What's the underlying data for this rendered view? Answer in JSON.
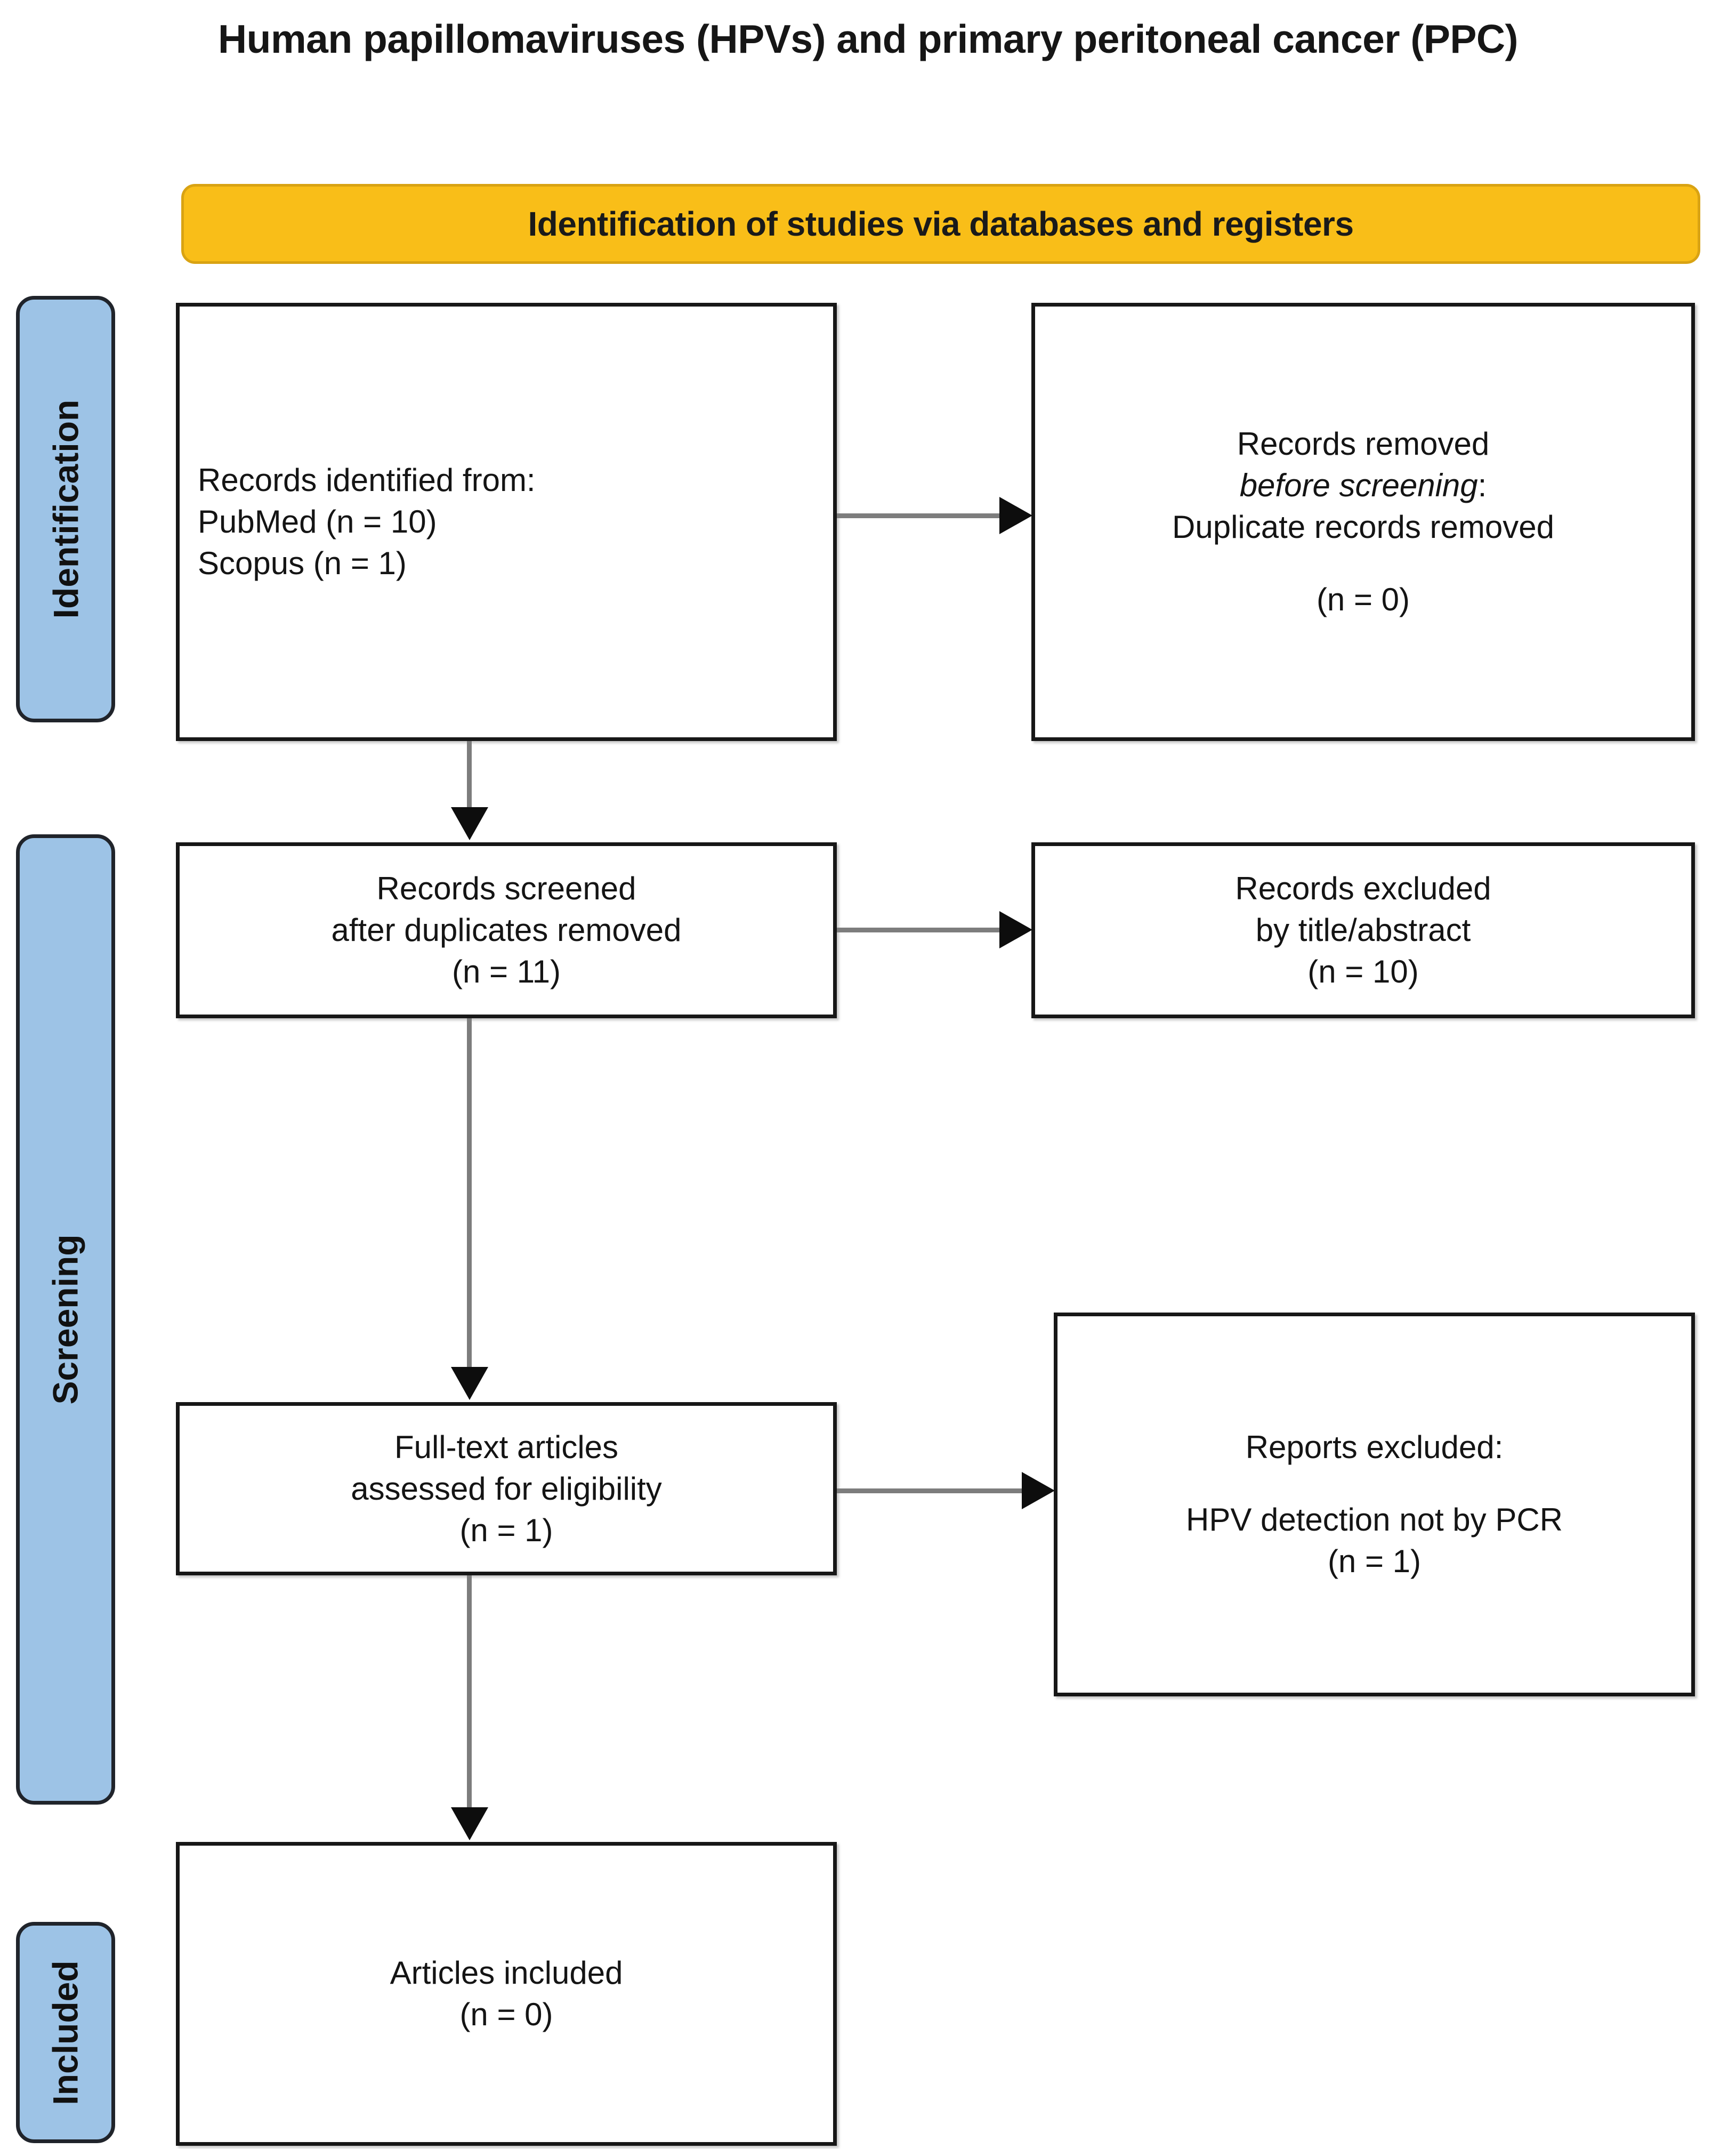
{
  "title": "Human papillomaviruses (HPVs) and primary peritoneal cancer (PPC)",
  "banner": {
    "label": "Identification of studies via databases and registers",
    "fill_color": "#F9BE18",
    "border_color": "#D9A313"
  },
  "stages": {
    "identification": "Identification",
    "screening": "Screening",
    "included": "Included",
    "pill_color": "#9DC3E6"
  },
  "boxes": {
    "identified": {
      "line1": "Records identified from:",
      "line2": "PubMed (n = 10)",
      "line3": "Scopus (n = 1)"
    },
    "removed_before_screening": {
      "line1": "Records removed",
      "line2_italic": "before screening",
      "line2_tail": ":",
      "line3": "Duplicate records removed",
      "count": "(n = 0)"
    },
    "screened": {
      "line1": "Records screened",
      "line2": "after duplicates removed",
      "count": "(n = 11)"
    },
    "excluded_title_abstract": {
      "line1": "Records excluded",
      "line2": "by title/abstract",
      "count": "(n = 10)"
    },
    "fulltext_assessed": {
      "line1": "Full-text articles",
      "line2": "assessed for eligibility",
      "count": "(n = 1)"
    },
    "reports_excluded": {
      "line1": "Reports excluded:",
      "line2": "HPV detection not by PCR",
      "count": "(n = 1)"
    },
    "articles_included": {
      "line1": "Articles included",
      "count": "(n = 0)"
    }
  },
  "chart_data": {
    "type": "diagram",
    "title": "Human papillomaviruses (HPVs) and primary peritoneal cancer (PPC)",
    "diagram_kind": "PRISMA flow diagram",
    "nodes": [
      {
        "id": "identified",
        "stage": "Identification",
        "label": "Records identified from: PubMed (n = 10); Scopus (n = 1)",
        "n": 11
      },
      {
        "id": "removed_before_screening",
        "stage": "Identification",
        "label": "Records removed before screening: Duplicate records removed",
        "n": 0
      },
      {
        "id": "screened",
        "stage": "Screening",
        "label": "Records screened after duplicates removed",
        "n": 11
      },
      {
        "id": "excluded_title_abstract",
        "stage": "Screening",
        "label": "Records excluded by title/abstract",
        "n": 10
      },
      {
        "id": "fulltext_assessed",
        "stage": "Screening",
        "label": "Full-text articles assessed for eligibility",
        "n": 1
      },
      {
        "id": "reports_excluded",
        "stage": "Screening",
        "label": "Reports excluded: HPV detection not by PCR",
        "n": 1
      },
      {
        "id": "articles_included",
        "stage": "Included",
        "label": "Articles included",
        "n": 0
      }
    ],
    "edges": [
      {
        "from": "identified",
        "to": "removed_before_screening",
        "direction": "right"
      },
      {
        "from": "identified",
        "to": "screened",
        "direction": "down"
      },
      {
        "from": "screened",
        "to": "excluded_title_abstract",
        "direction": "right"
      },
      {
        "from": "screened",
        "to": "fulltext_assessed",
        "direction": "down"
      },
      {
        "from": "fulltext_assessed",
        "to": "reports_excluded",
        "direction": "right"
      },
      {
        "from": "fulltext_assessed",
        "to": "articles_included",
        "direction": "down"
      }
    ],
    "sources": [
      {
        "name": "PubMed",
        "records": 10
      },
      {
        "name": "Scopus",
        "records": 1
      }
    ]
  }
}
